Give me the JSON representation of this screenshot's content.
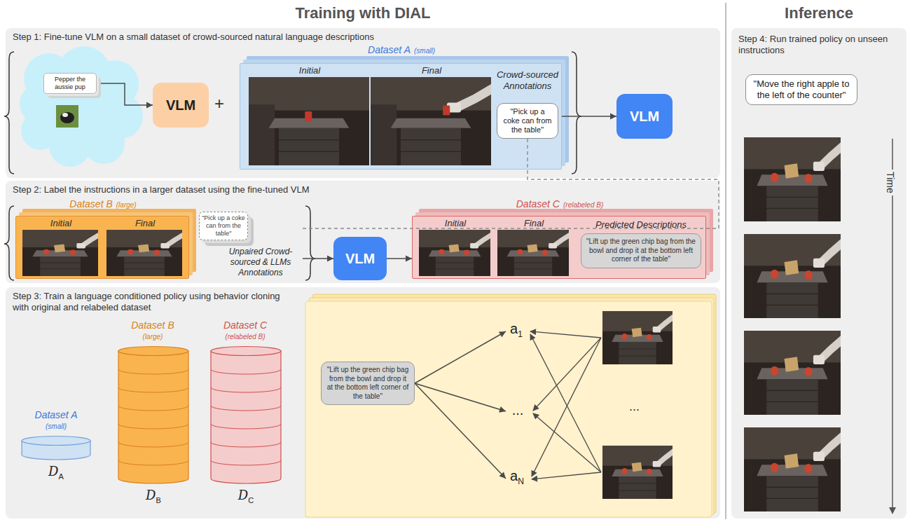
{
  "diagram": {
    "title": "Training with DIAL",
    "nodes": [
      {
        "text": [
          "Step 1: Fine-tune VLM on a small dataset of crowd-sourced natural language descriptions"
        ]
      },
      {
        "text": [
          "Pepper the aussie pup"
        ],
        "in": 0
      },
      {
        "text": [
          "VLM"
        ],
        "in": 0
      },
      {
        "text": [
          "Dataset A",
          "(small)",
          "Initial",
          "Final",
          "Crowd-sourced Annotations"
        ],
        "in": 0
      },
      {
        "text": [
          "\"Pick up a coke can from the table\""
        ],
        "in": 3
      },
      {
        "text": [
          "VLM"
        ],
        "in": 0
      },
      {
        "text": [
          "Step 2: Label the instructions in a larger dataset using the fine-tuned VLM"
        ]
      },
      {
        "text": [
          "Dataset B",
          "(large)",
          "Initial",
          "Final"
        ],
        "in": 6
      },
      {
        "text": [
          "\"Pick up a coke can from the table\"",
          "Unpaired Crowd-sourced & LLMs Annotations"
        ],
        "in": 6
      },
      {
        "text": [
          "VLM"
        ],
        "in": 6
      },
      {
        "text": [
          "Dataset C",
          "(relabeled B)",
          "Initial",
          "Final",
          "Predicted Descriptions"
        ],
        "in": 6
      },
      {
        "text": [
          "\"Lift up the green chip bag from the bowl and drop it at the bottom left corner of the table\""
        ],
        "in": 10
      },
      {
        "text": [
          "Step 3: Train a language conditioned policy using behavior cloning with original and relabeled dataset"
        ]
      },
      {
        "text": [
          "Dataset A",
          "(small)",
          "D",
          "A"
        ],
        "in": 12
      },
      {
        "text": [
          "Dataset B",
          "(large)",
          "D",
          "B"
        ],
        "in": 12
      },
      {
        "text": [
          "Dataset C",
          "(relabeled B)",
          "D",
          "C"
        ],
        "in": 12
      },
      {
        "text": [
          "\"Lift up the green chip bag from the bowl and drop it at the bottom left corner of the table\""
        ],
        "in": 12
      },
      {
        "text": [
          "a",
          "1"
        ],
        "in": 12
      },
      {
        "text": [
          "..."
        ],
        "in": 12
      },
      {
        "text": [
          "a",
          "N"
        ],
        "in": 12
      },
      {
        "text": [
          "Inference",
          "Step 4: Run trained policy on unseen instructions"
        ]
      },
      {
        "text": [
          "\"Move the right apple to the left of the counter\""
        ],
        "in": 20
      }
    ],
    "edges": [
      {
        "from": 1,
        "to": 2,
        "arrow": "to"
      },
      {
        "from": 3,
        "to": 5,
        "arrow": "to"
      },
      {
        "from": 4,
        "to": 8,
        "arrow": "none"
      },
      {
        "from": 8,
        "to": 9,
        "arrow": "to"
      },
      {
        "from": 9,
        "to": 10,
        "arrow": "to"
      },
      {
        "from": 16,
        "to": 17,
        "arrow": "to"
      },
      {
        "from": 16,
        "to": 18,
        "arrow": "to"
      },
      {
        "from": 16,
        "to": 19,
        "arrow": "to"
      }
    ],
    "labels": [
      "+",
      "...",
      "Time"
    ]
  }
}
